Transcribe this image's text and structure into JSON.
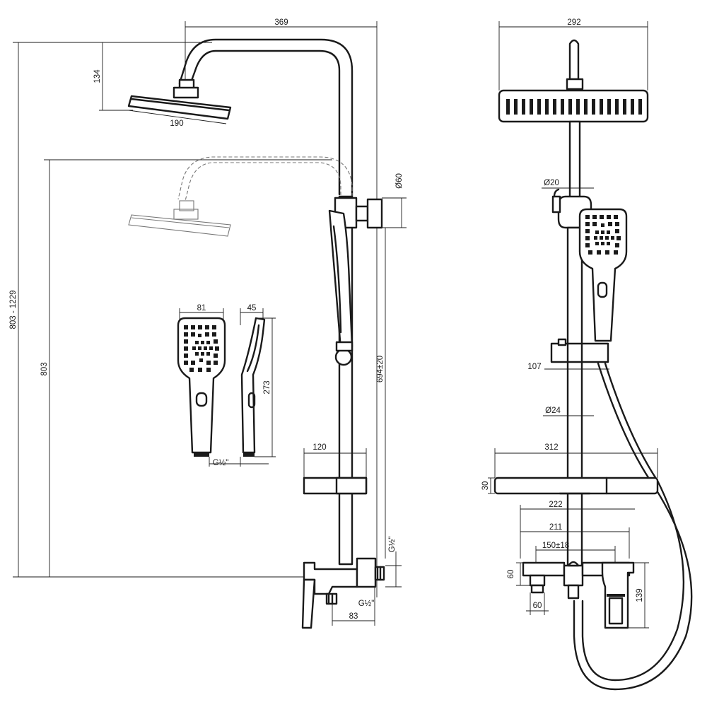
{
  "dimensions": {
    "left_total_width": "369",
    "head_drop": "134",
    "head_width": "190",
    "height_range": "803 - 1229",
    "height_fixed": "803",
    "bracket_diameter": "Ø60",
    "slide_range": "694±20",
    "hand_width": "81",
    "hand_depth": "45",
    "hand_length": "273",
    "hand_thread": "G½\"",
    "shelf_depth": "120",
    "outlet_thread": "G½\"",
    "mixer_outlet_thread": "G½\"",
    "mixer_depth": "83",
    "right_head_width": "292",
    "top_pipe_diameter": "Ø20",
    "holder_offset": "107",
    "lower_pipe_diameter": "Ø24",
    "shelf_width": "312",
    "shelf_thickness": "30",
    "mixer_total_width": "222",
    "mixer_body_width": "211",
    "inlet_spacing": "150±18",
    "inlet_height": "60",
    "inlet_width": "60",
    "spout_height": "139"
  }
}
